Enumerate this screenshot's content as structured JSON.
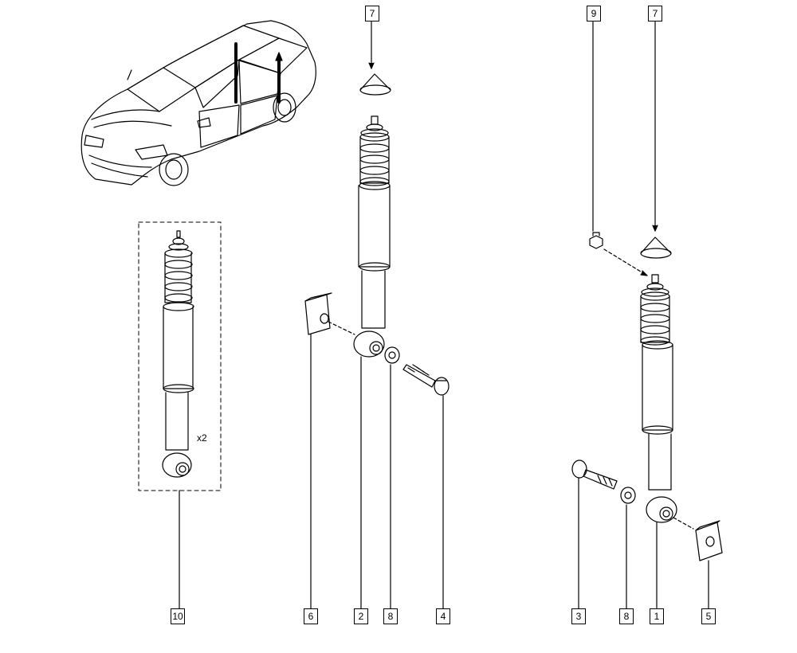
{
  "callouts": {
    "c10": "10",
    "c6": "6",
    "c2": "2",
    "c8a": "8",
    "c4": "4",
    "c7a": "7",
    "c9": "9",
    "c7b": "7",
    "c3": "3",
    "c8b": "8",
    "c1": "1",
    "c5": "5"
  },
  "quantity_label": "x2"
}
